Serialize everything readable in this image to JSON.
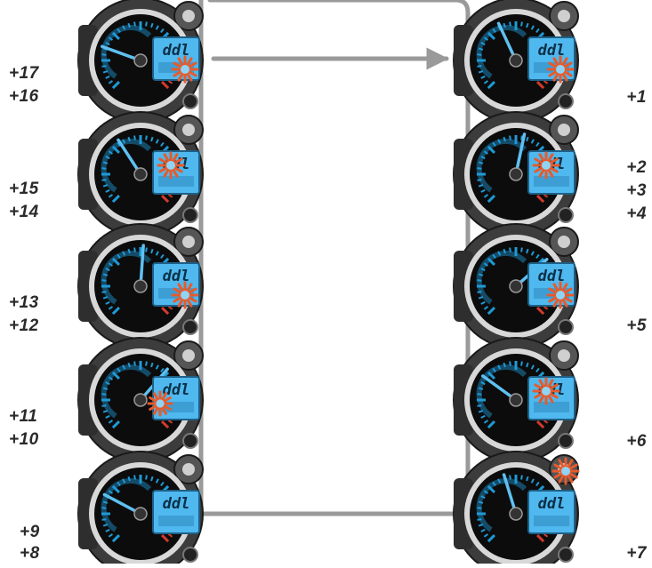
{
  "diagram": {
    "lcd_text": "ddl",
    "colors": {
      "connector": "#9a9a9a",
      "housing": "#3c3c3c",
      "face": "#0c0c0c",
      "scale": "#1f9ad6",
      "lcd": "#4fb8ee",
      "redzone": "#d23a2a",
      "blink": "#e85a2a",
      "label": "#2a2a2a"
    },
    "left_labels": [
      [
        "+17",
        "+16"
      ],
      [
        "+15",
        "+14"
      ],
      [
        "+13",
        "+12"
      ],
      [
        "+11",
        "+10"
      ],
      [
        "+9",
        "+8"
      ]
    ],
    "right_labels": [
      [
        "+1"
      ],
      [
        "+2",
        "+3",
        "+4"
      ],
      [
        "+5"
      ],
      [
        "+6"
      ],
      [
        "+7"
      ]
    ],
    "gauges": [
      {
        "column": "left",
        "row": 0,
        "blink": "lcd-lower"
      },
      {
        "column": "left",
        "row": 1,
        "blink": "lcd-upper"
      },
      {
        "column": "left",
        "row": 2,
        "blink": "lcd-lower"
      },
      {
        "column": "left",
        "row": 3,
        "blink": "lcd-left"
      },
      {
        "column": "left",
        "row": 4,
        "blink": "none"
      },
      {
        "column": "right",
        "row": 0,
        "blink": "lcd-lower"
      },
      {
        "column": "right",
        "row": 1,
        "blink": "lcd-upper"
      },
      {
        "column": "right",
        "row": 2,
        "blink": "lcd-lower"
      },
      {
        "column": "right",
        "row": 3,
        "blink": "lcd-upper"
      },
      {
        "column": "right",
        "row": 4,
        "blink": "button"
      }
    ]
  }
}
